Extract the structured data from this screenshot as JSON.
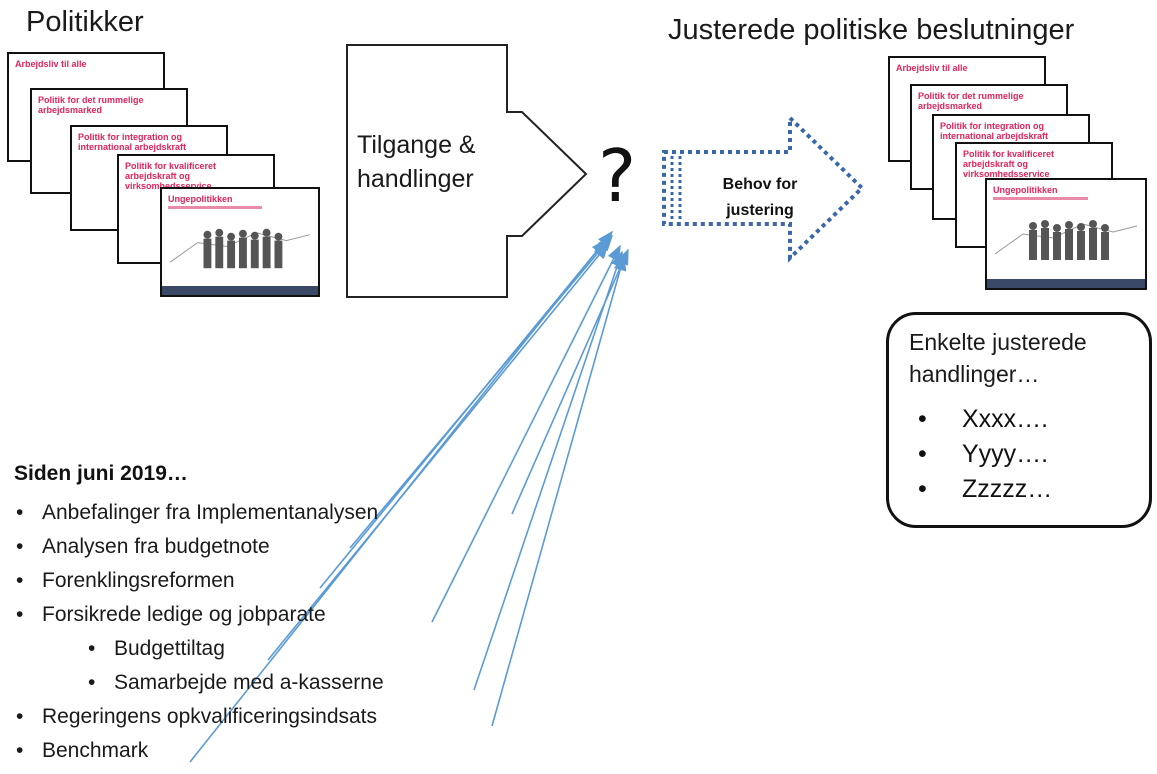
{
  "headings": {
    "left": "Politikker",
    "right": "Justerede politiske beslutninger"
  },
  "left_docs": [
    {
      "title": "Arbejdsliv til alle"
    },
    {
      "title": "Politik for det rummelige arbejdsmarked"
    },
    {
      "title": "Politik for integration og international arbejdskraft"
    },
    {
      "title": "Politik for kvalificeret arbejdskraft og virksomhedsservice"
    },
    {
      "title": "Ungepolitikken"
    }
  ],
  "right_docs": [
    {
      "title": "Arbejdsliv til alle"
    },
    {
      "title": "Politik for det rummelige arbejdsmarked"
    },
    {
      "title": "Politik for integration og international arbejdskraft"
    },
    {
      "title": "Politik for kvalificeret arbejdskraft og virksomhedsservice"
    },
    {
      "title": "Ungepolitikken"
    }
  ],
  "process": {
    "box_line1": "Tilgange &",
    "box_line2": "handlinger",
    "question": "?",
    "arrow_line1": "Behov for",
    "arrow_line2": "justering"
  },
  "adjusted": {
    "title_line1": "Enkelte justerede",
    "title_line2": "handlinger…",
    "items": [
      "Xxxx….",
      "Yyyy….",
      "Zzzzz…"
    ]
  },
  "since": {
    "title": "Siden juni 2019…",
    "items": [
      {
        "label": "Anbefalinger fra Implementanalysen",
        "level": 1
      },
      {
        "label": "Analysen fra budgetnote",
        "level": 1
      },
      {
        "label": "Forenklingsreformen",
        "level": 1
      },
      {
        "label": "Forsikrede ledige og jobparate",
        "level": 1
      },
      {
        "label": "Budgettiltag",
        "level": 2
      },
      {
        "label": "Samarbejde med a-kasserne",
        "level": 2
      },
      {
        "label": "Regeringens opkvalificeringsindsats",
        "level": 1
      },
      {
        "label": "Benchmark",
        "level": 1
      }
    ]
  },
  "bullet": "•",
  "colors": {
    "connector": "#5b9bd5",
    "dotted_arrow": "#3a67a8",
    "doc_title": "#e0245e",
    "doc_bar": "#3a4a66"
  }
}
